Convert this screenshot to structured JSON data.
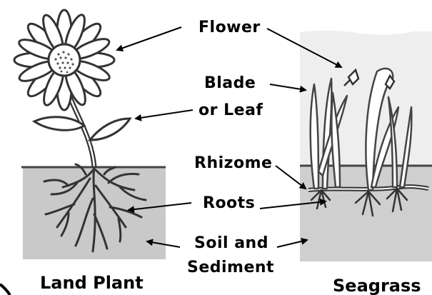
{
  "labels": {
    "flower": "Flower",
    "blade_line1": "Blade",
    "blade_line2": "or Leaf",
    "rhizome": "Rhizome",
    "roots": "Roots",
    "soil_line1": "Soil and",
    "soil_line2": "Sediment"
  },
  "captions": {
    "land": "Land Plant",
    "sea": "Seagrass"
  },
  "colors": {
    "ink": "#3a3a3a",
    "soil": "#c9c9c9",
    "water": "#eeeeee",
    "sediment": "#cfcfcf"
  }
}
